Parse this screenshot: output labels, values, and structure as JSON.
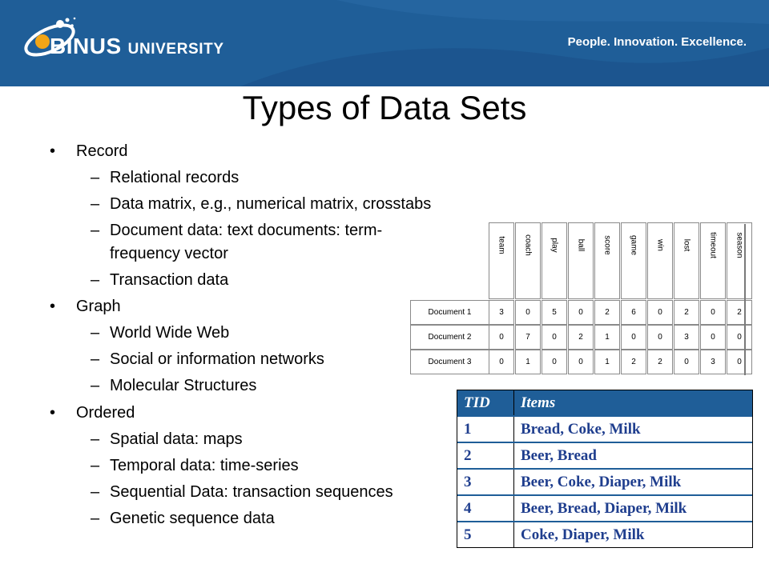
{
  "header": {
    "logo_main": "BINUS",
    "logo_sub": "UNIVERSITY",
    "tagline": "People. Innovation. Excellence."
  },
  "slide": {
    "title": "Types of Data Sets",
    "bullets": {
      "record": "Record",
      "relational": "Relational records",
      "data_matrix": "Data matrix, e.g., numerical matrix, crosstabs",
      "document_line1": "Document data: text documents: term-",
      "document_line2": "frequency vector",
      "transaction": "Transaction data",
      "graph": "Graph",
      "www": "World Wide Web",
      "social": "Social or information networks",
      "molecular": "Molecular Structures",
      "ordered": "Ordered",
      "spatial": "Spatial data: maps",
      "temporal": "Temporal data: time-series",
      "sequential": "Sequential Data: transaction sequences",
      "genetic": "Genetic sequence data"
    },
    "bullet_mark": "•",
    "dash_mark": "–"
  },
  "doc_term_matrix": {
    "terms": [
      "team",
      "coach",
      "play",
      "ball",
      "score",
      "game",
      "win",
      "lost",
      "timeout",
      "season"
    ],
    "rows": [
      {
        "label": "Document 1",
        "values": [
          "3",
          "0",
          "5",
          "0",
          "2",
          "6",
          "0",
          "2",
          "0",
          "2"
        ]
      },
      {
        "label": "Document 2",
        "values": [
          "0",
          "7",
          "0",
          "2",
          "1",
          "0",
          "0",
          "3",
          "0",
          "0"
        ]
      },
      {
        "label": "Document 3",
        "values": [
          "0",
          "1",
          "0",
          "0",
          "1",
          "2",
          "2",
          "0",
          "3",
          "0"
        ]
      }
    ]
  },
  "transactions": {
    "headers": {
      "tid": "TID",
      "items": "Items"
    },
    "rows": [
      {
        "tid": "1",
        "items": "Bread, Coke, Milk"
      },
      {
        "tid": "2",
        "items": "Beer, Bread"
      },
      {
        "tid": "3",
        "items": "Beer, Coke, Diaper, Milk"
      },
      {
        "tid": "4",
        "items": "Beer, Bread, Diaper, Milk"
      },
      {
        "tid": "5",
        "items": "Coke, Diaper, Milk"
      }
    ]
  },
  "colors": {
    "header_bg": "#1f5e98",
    "table_text": "#1f3e8e"
  }
}
